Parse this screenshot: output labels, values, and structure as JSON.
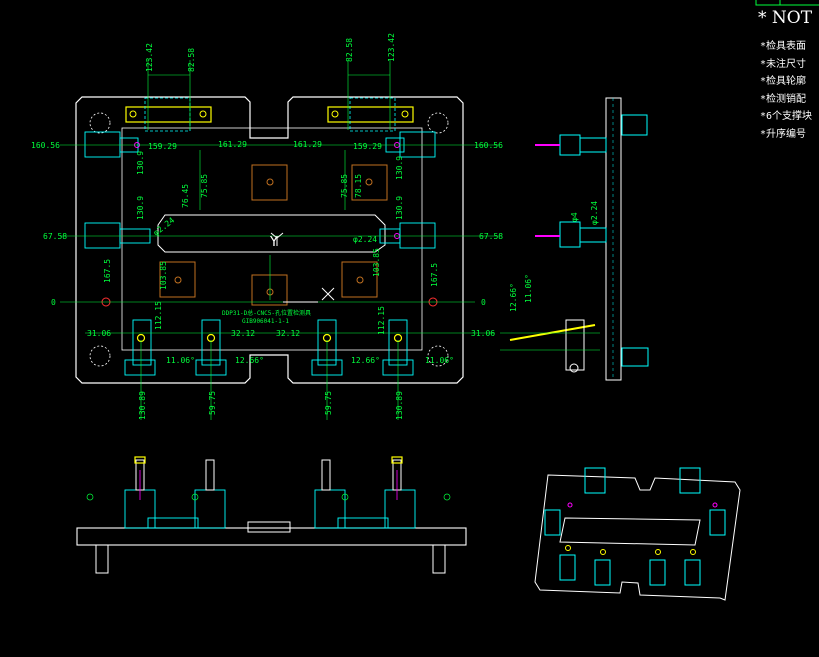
{
  "notes": {
    "title": "* NOT",
    "lines": [
      "*检具表面",
      "*未注尺寸",
      "*检具轮廓",
      "*检测销配",
      "*6个支撑块",
      "*升序编号"
    ]
  },
  "part_label": {
    "line1": "DDP31-D总-CNC5-孔位置检测具",
    "line2": "GIB906041-1-1"
  },
  "dims": {
    "top_left_1": "123.42",
    "top_left_2": "82.58",
    "top_right_1": "82.58",
    "top_right_2": "123.42",
    "left_160": "160.56",
    "right_160": "160.56",
    "left_159": "159.29",
    "left_161": "161.29",
    "right_161": "161.29",
    "right_159": "159.29",
    "c130_left": "130.9",
    "c130_right": "130.9",
    "c7645": "76.45",
    "c7585_l": "75.85",
    "c7585_r": "75.85",
    "c7815": "78.15",
    "phi224_l": "φ2.24",
    "phi224_r": "φ2.24",
    "c1309_l2": "130.9",
    "c1309_r2": "130.9",
    "left_67": "67.58",
    "right_67": "67.58",
    "left_0": "0",
    "right_0": "0",
    "c1675_l": "167.5",
    "c1675_r": "167.5",
    "c10385_l": "103.85",
    "c10385_r": "103.85",
    "c11215_l": "112.15",
    "c11215_r": "112.15",
    "left_3106": "31.06",
    "right_3106": "31.06",
    "c3212_l": "32.12",
    "c3212_r": "32.12",
    "c1106_l": "11.06°",
    "c1266_l": "12.66°",
    "c1266_r": "12.66°",
    "c1106_r": "11.06°",
    "b13089_l": "130.89",
    "b5975_l": "59.75",
    "b5975_r": "59.75",
    "b13089_r": "130.89",
    "side_phi4": "φ4",
    "side_phi224": "φ2.24",
    "side_1266": "12.66°",
    "side_1106": "11.06°",
    "view_y": "Y"
  },
  "colors": {
    "background": "#000000",
    "outline": "#ffffff",
    "dimension": "#00ff3c",
    "cyan": "#00ffff",
    "yellow": "#ffff00",
    "magenta": "#ff00ff",
    "red": "#ff3030",
    "orange": "#c07020"
  }
}
